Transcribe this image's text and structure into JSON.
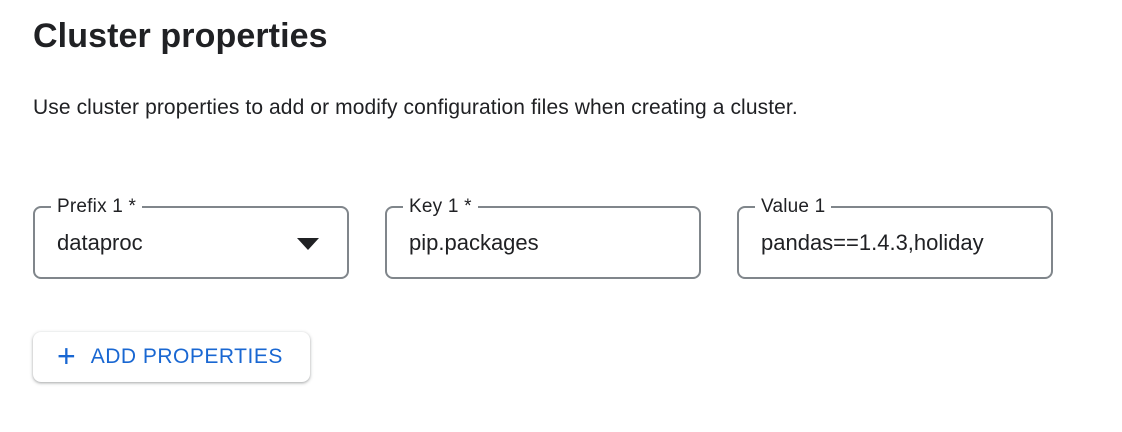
{
  "page": {
    "title": "Cluster properties",
    "subtitle": "Use cluster properties to add or modify configuration files when creating a cluster."
  },
  "property_row": {
    "prefix": {
      "label": "Prefix 1 *",
      "value": "dataproc"
    },
    "key": {
      "label": "Key 1 *",
      "value": "pip.packages"
    },
    "value": {
      "label": "Value 1",
      "value": "pandas==1.4.3,holiday"
    }
  },
  "buttons": {
    "add_properties": {
      "icon": "+",
      "label": "ADD PROPERTIES"
    }
  },
  "colors": {
    "accent_blue": "#1967d2",
    "text_primary": "#202124",
    "field_border": "#80868b",
    "background": "#ffffff"
  }
}
